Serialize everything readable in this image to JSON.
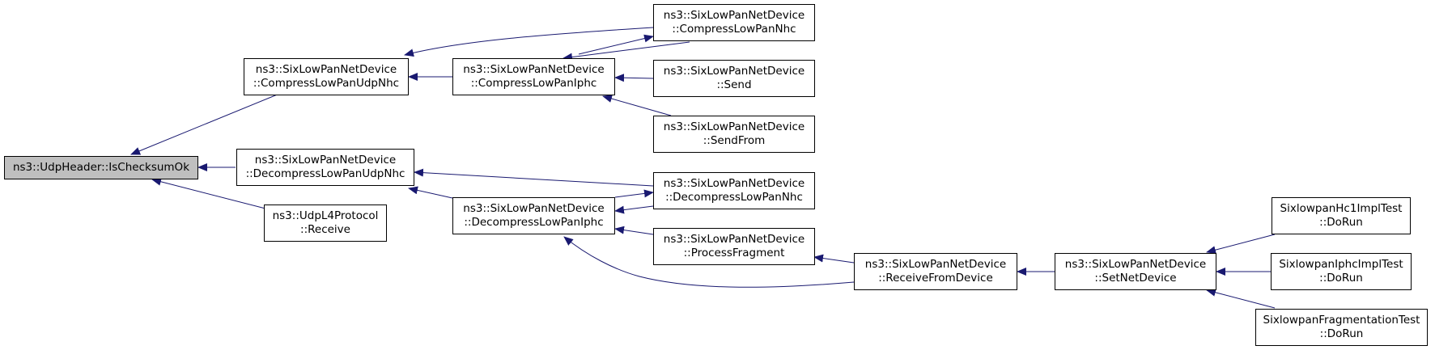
{
  "colors": {
    "edge": "#191970",
    "node_border": "#000000",
    "focus_fill": "#bfbfbf",
    "node_fill": "#ffffff"
  },
  "nodes": {
    "is_checksum_ok": {
      "line1": "ns3::UdpHeader::IsChecksumOk",
      "line2": ""
    },
    "compress_udp_nhc": {
      "line1": "ns3::SixLowPanNetDevice",
      "line2": "::CompressLowPanUdpNhc"
    },
    "decompress_udp_nhc": {
      "line1": "ns3::SixLowPanNetDevice",
      "line2": "::DecompressLowPanUdpNhc"
    },
    "udpl4_receive": {
      "line1": "ns3::UdpL4Protocol",
      "line2": "::Receive"
    },
    "compress_iphc": {
      "line1": "ns3::SixLowPanNetDevice",
      "line2": "::CompressLowPanIphc"
    },
    "decompress_iphc": {
      "line1": "ns3::SixLowPanNetDevice",
      "line2": "::DecompressLowPanIphc"
    },
    "compress_nhc": {
      "line1": "ns3::SixLowPanNetDevice",
      "line2": "::CompressLowPanNhc"
    },
    "send": {
      "line1": "ns3::SixLowPanNetDevice",
      "line2": "::Send"
    },
    "send_from": {
      "line1": "ns3::SixLowPanNetDevice",
      "line2": "::SendFrom"
    },
    "decompress_nhc": {
      "line1": "ns3::SixLowPanNetDevice",
      "line2": "::DecompressLowPanNhc"
    },
    "process_fragment": {
      "line1": "ns3::SixLowPanNetDevice",
      "line2": "::ProcessFragment"
    },
    "receive_from_device": {
      "line1": "ns3::SixLowPanNetDevice",
      "line2": "::ReceiveFromDevice"
    },
    "set_net_device": {
      "line1": "ns3::SixLowPanNetDevice",
      "line2": "::SetNetDevice"
    },
    "hc1_test": {
      "line1": "SixlowpanHc1ImplTest",
      "line2": "::DoRun"
    },
    "iphc_test": {
      "line1": "SixlowpanIphcImplTest",
      "line2": "::DoRun"
    },
    "frag_test": {
      "line1": "SixlowpanFragmentationTest",
      "line2": "::DoRun"
    }
  }
}
